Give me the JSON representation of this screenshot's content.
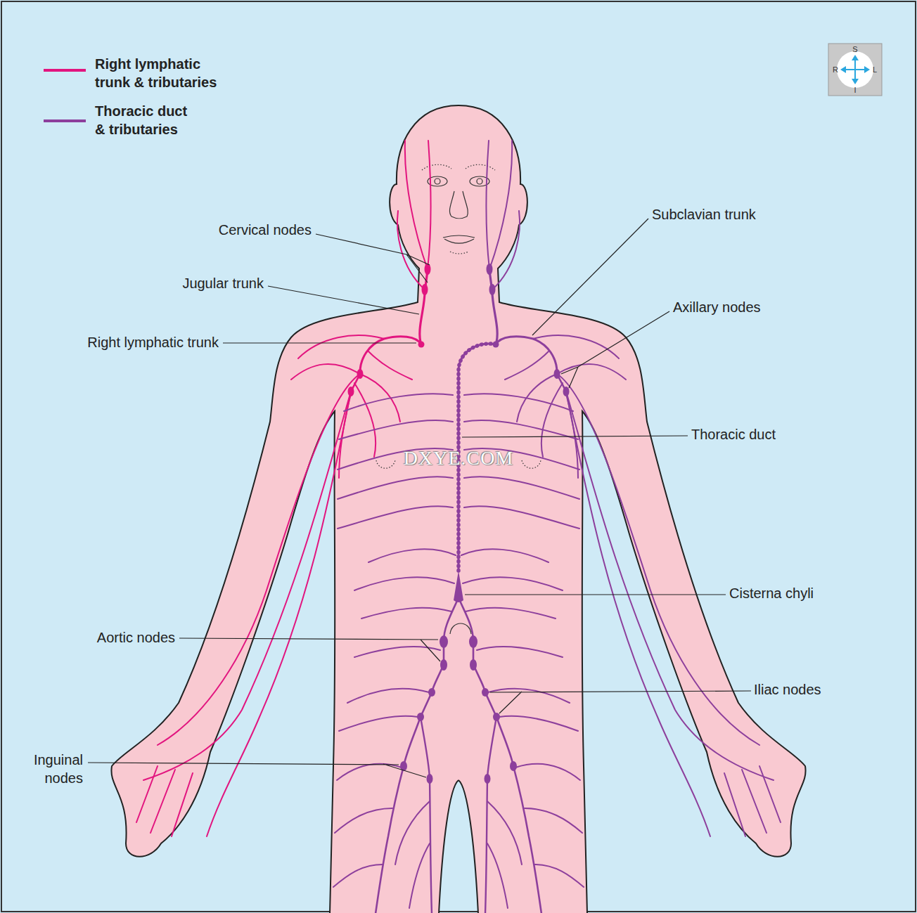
{
  "diagram": {
    "labels": [
      "Cervical nodes",
      "Jugular trunk",
      "Right lymphatic trunk",
      "Subclavian trunk",
      "Axillary nodes",
      "Thoracic duct",
      "Cisterna chyli",
      "Aortic nodes",
      "Iliac nodes",
      "Inguinal nodes",
      "DXYE.COM",
      "S",
      "R",
      "L",
      "I"
    ],
    "legend": [
      {
        "text": "Right lymphatic trunk & tributaries",
        "color": "#e2157f"
      },
      {
        "text": "Thoracic duct & tributaries",
        "color": "#8d3f9c"
      }
    ]
  }
}
